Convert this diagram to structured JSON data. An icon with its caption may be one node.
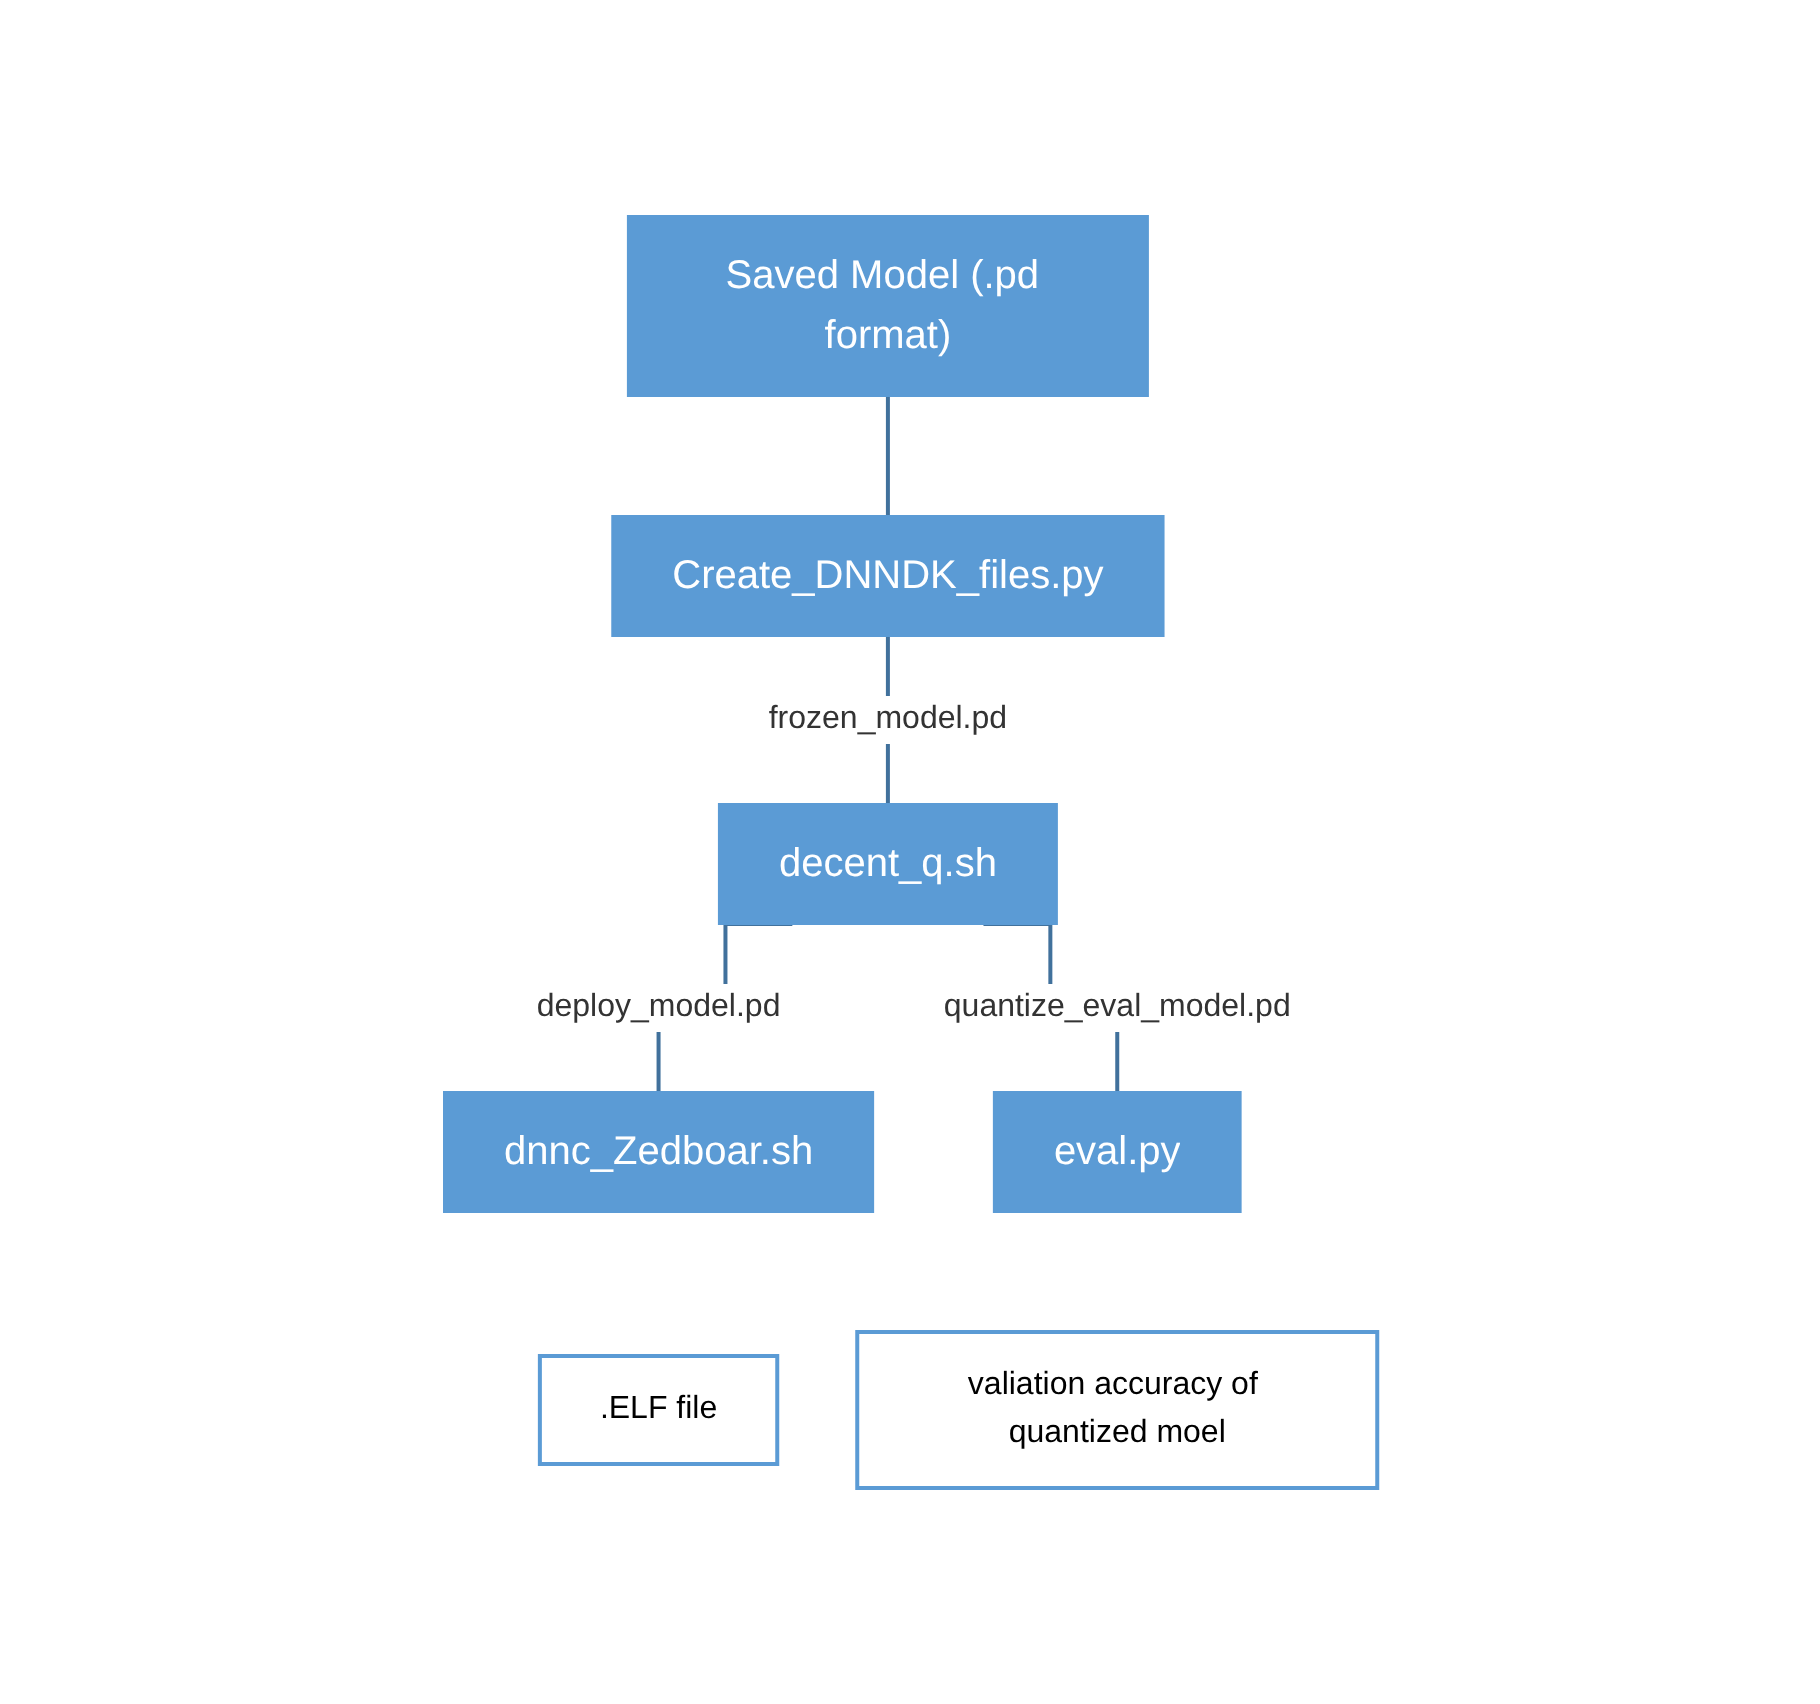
{
  "diagram": {
    "nodes": [
      {
        "text": [
          "Saved Model (.pd format)"
        ]
      },
      {
        "text": [
          "Create_DNNDK_files.py"
        ]
      },
      {
        "text": [
          "decent_q.sh"
        ]
      },
      {
        "text": [
          "dnnc_Zedboar.sh"
        ]
      },
      {
        "text": [
          "eval.py"
        ]
      },
      {
        "text": [
          ".ELF file"
        ]
      },
      {
        "text": [
          "valiation accuracy of quantized moel"
        ]
      }
    ],
    "edges": [
      {
        "from": 0,
        "to": 1,
        "arrow": "none"
      },
      {
        "from": 1,
        "to": 2,
        "arrow": "none",
        "label": "frozen_model.pd"
      },
      {
        "from": 2,
        "to": 3,
        "arrow": "none",
        "label": "deploy_model.pd"
      },
      {
        "from": 2,
        "to": 4,
        "arrow": "none",
        "label": "quantize_eval_model.pd"
      }
    ]
  }
}
